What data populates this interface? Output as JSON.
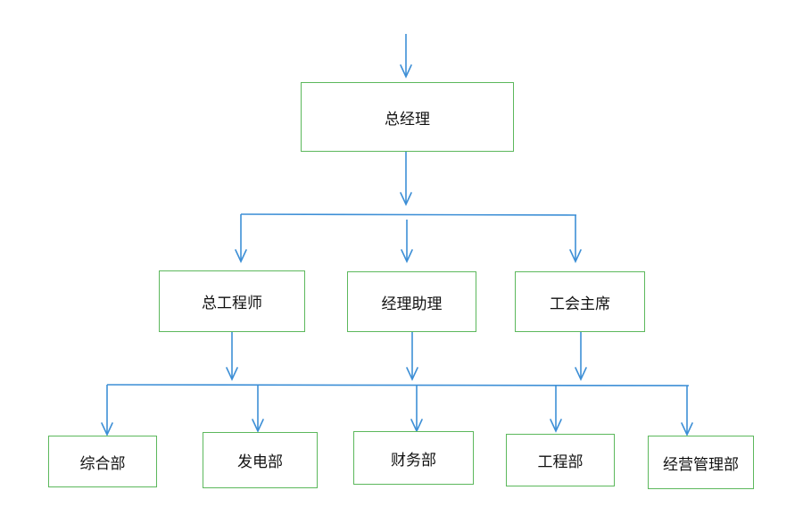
{
  "diagram": {
    "levels": [
      {
        "nodes": [
          {
            "id": "gm",
            "label": "总经理"
          }
        ]
      },
      {
        "nodes": [
          {
            "id": "chief-engineer",
            "label": "总工程师"
          },
          {
            "id": "gm-assistant",
            "label": "经理助理"
          },
          {
            "id": "union-chair",
            "label": "工会主席"
          }
        ]
      },
      {
        "nodes": [
          {
            "id": "general-dept",
            "label": "综合部"
          },
          {
            "id": "power-dept",
            "label": "发电部"
          },
          {
            "id": "finance-dept",
            "label": "财务部"
          },
          {
            "id": "engineering-dept",
            "label": "工程部"
          },
          {
            "id": "operations-dept",
            "label": "经营管理部"
          }
        ]
      }
    ],
    "colors": {
      "box_border": "#5cb85c",
      "connector": "#3d8fd6",
      "text": "#111111"
    }
  }
}
